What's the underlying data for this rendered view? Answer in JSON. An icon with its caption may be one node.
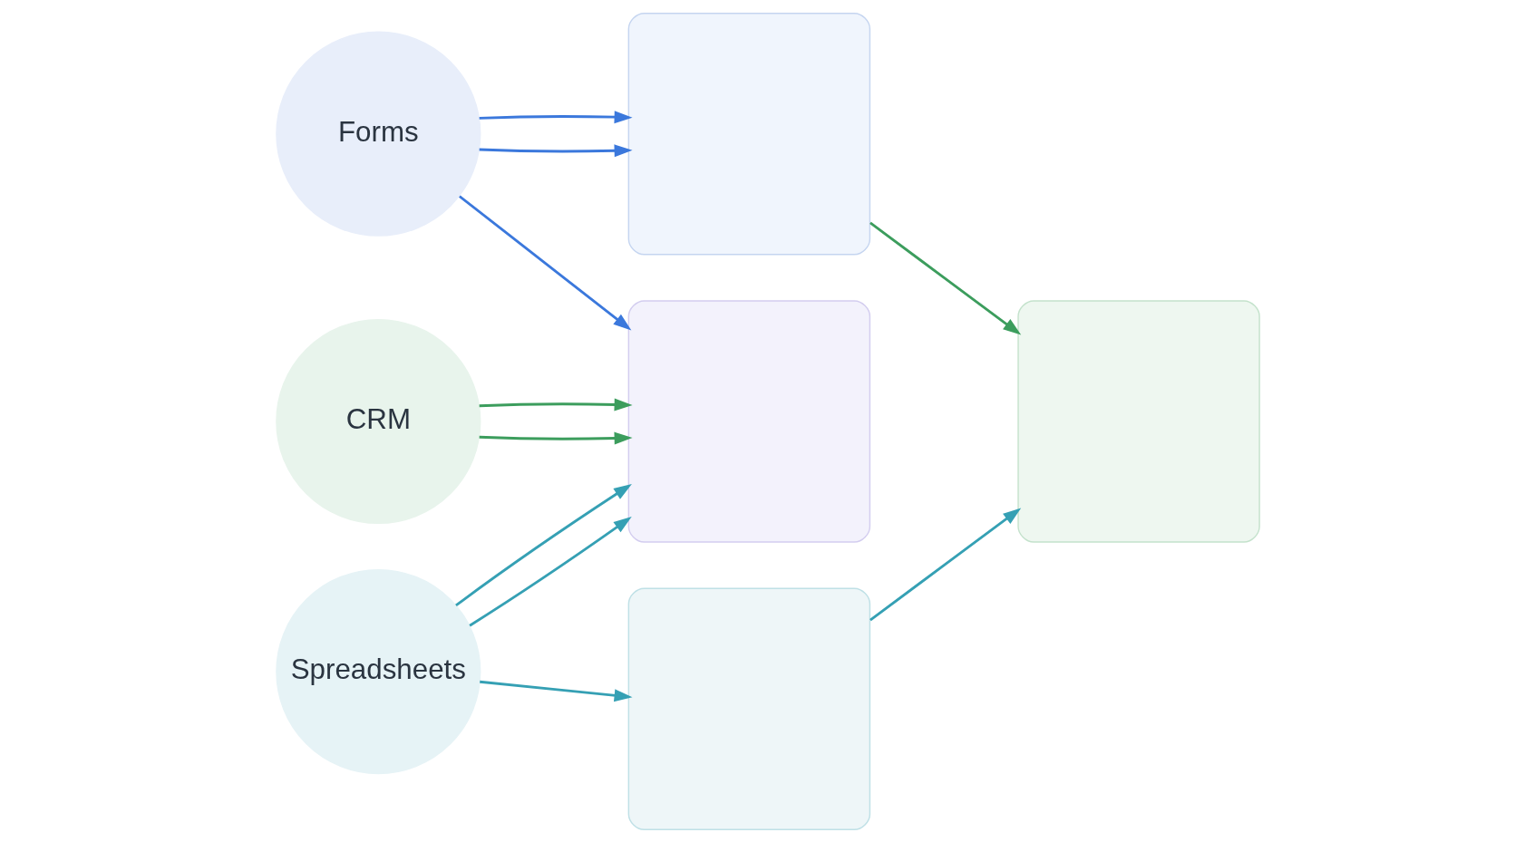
{
  "diagram": {
    "nodes": [
      {
        "text": [
          "Forms"
        ]
      },
      {
        "text": [
          "CRM"
        ]
      },
      {
        "text": [
          "Spreadsheets"
        ]
      },
      {
        "text": [],
        "shape": "box"
      },
      {
        "text": [],
        "shape": "box"
      },
      {
        "text": [],
        "shape": "box"
      },
      {
        "text": [],
        "shape": "box"
      }
    ],
    "edges": [
      {
        "from": 0,
        "to": 3,
        "arrow": "to",
        "color": "#3b78dc"
      },
      {
        "from": 0,
        "to": 3,
        "arrow": "to",
        "color": "#3b78dc"
      },
      {
        "from": 0,
        "to": 5,
        "arrow": "to",
        "color": "#3b78dc"
      },
      {
        "from": 1,
        "to": 5,
        "arrow": "to",
        "color": "#3c9d5d"
      },
      {
        "from": 1,
        "to": 5,
        "arrow": "to",
        "color": "#3c9d5d"
      },
      {
        "from": 2,
        "to": 5,
        "arrow": "to",
        "color": "#35a0b4"
      },
      {
        "from": 2,
        "to": 5,
        "arrow": "to",
        "color": "#35a0b4"
      },
      {
        "from": 2,
        "to": 6,
        "arrow": "to",
        "color": "#35a0b4"
      },
      {
        "from": 3,
        "to": 4,
        "arrow": "to",
        "color": "#3c9d5d"
      },
      {
        "from": 6,
        "to": 4,
        "arrow": "to",
        "color": "#35a0b4"
      }
    ]
  }
}
